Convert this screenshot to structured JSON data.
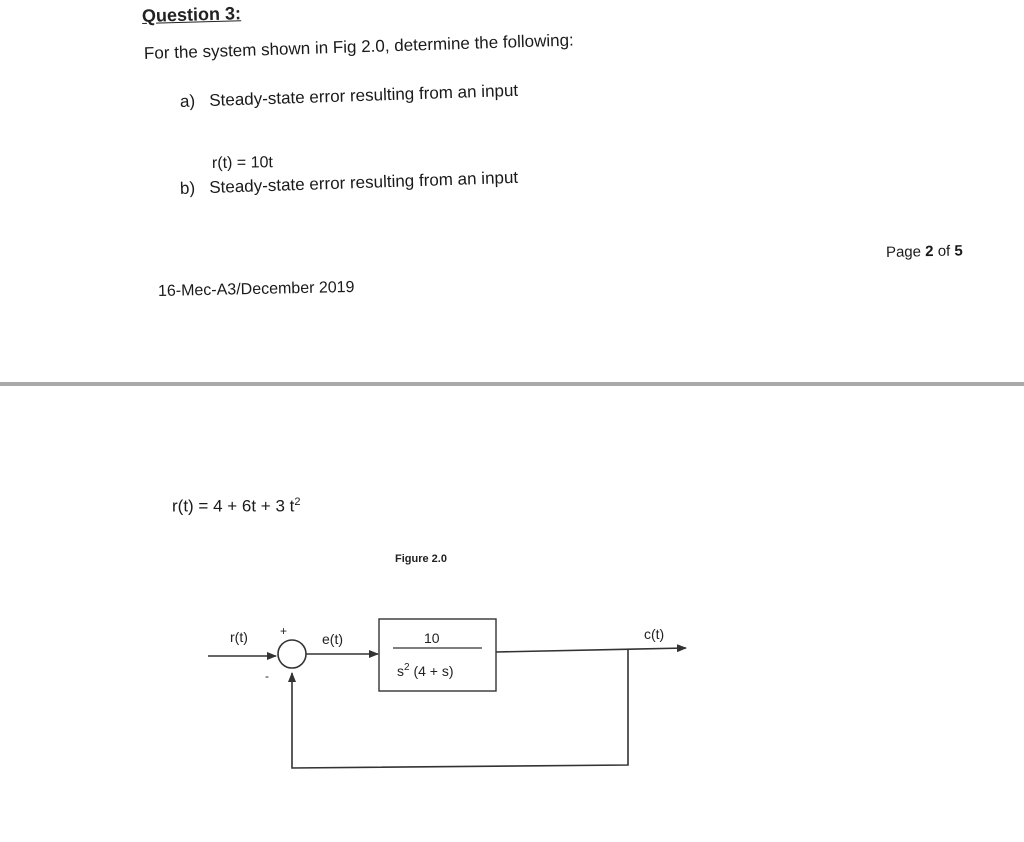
{
  "question": {
    "title": "Question 3:",
    "intro": "For the system shown in Fig 2.0, determine the following:",
    "items": [
      {
        "marker": "a)",
        "text": "Steady-state error resulting from an input",
        "input": "r(t) = 10t"
      },
      {
        "marker": "b)",
        "text": "Steady-state error resulting from an input",
        "input_base": "r(t) = 4 + 6t + 3 t",
        "input_exp": "2"
      }
    ]
  },
  "page_number": {
    "prefix": "Page",
    "current": "2",
    "of": "of",
    "total": "5"
  },
  "footer_code": "16-Mec-A3/December 2019",
  "figure": {
    "caption": "Figure 2.0",
    "input_label": "r(t)",
    "plus_sign": "+",
    "minus_sign": "-",
    "error_label": "e(t)",
    "numerator": "10",
    "denominator_base": "s",
    "denominator_exp": "2",
    "denominator_rest": " (4 + s)",
    "output_label": "c(t)"
  }
}
